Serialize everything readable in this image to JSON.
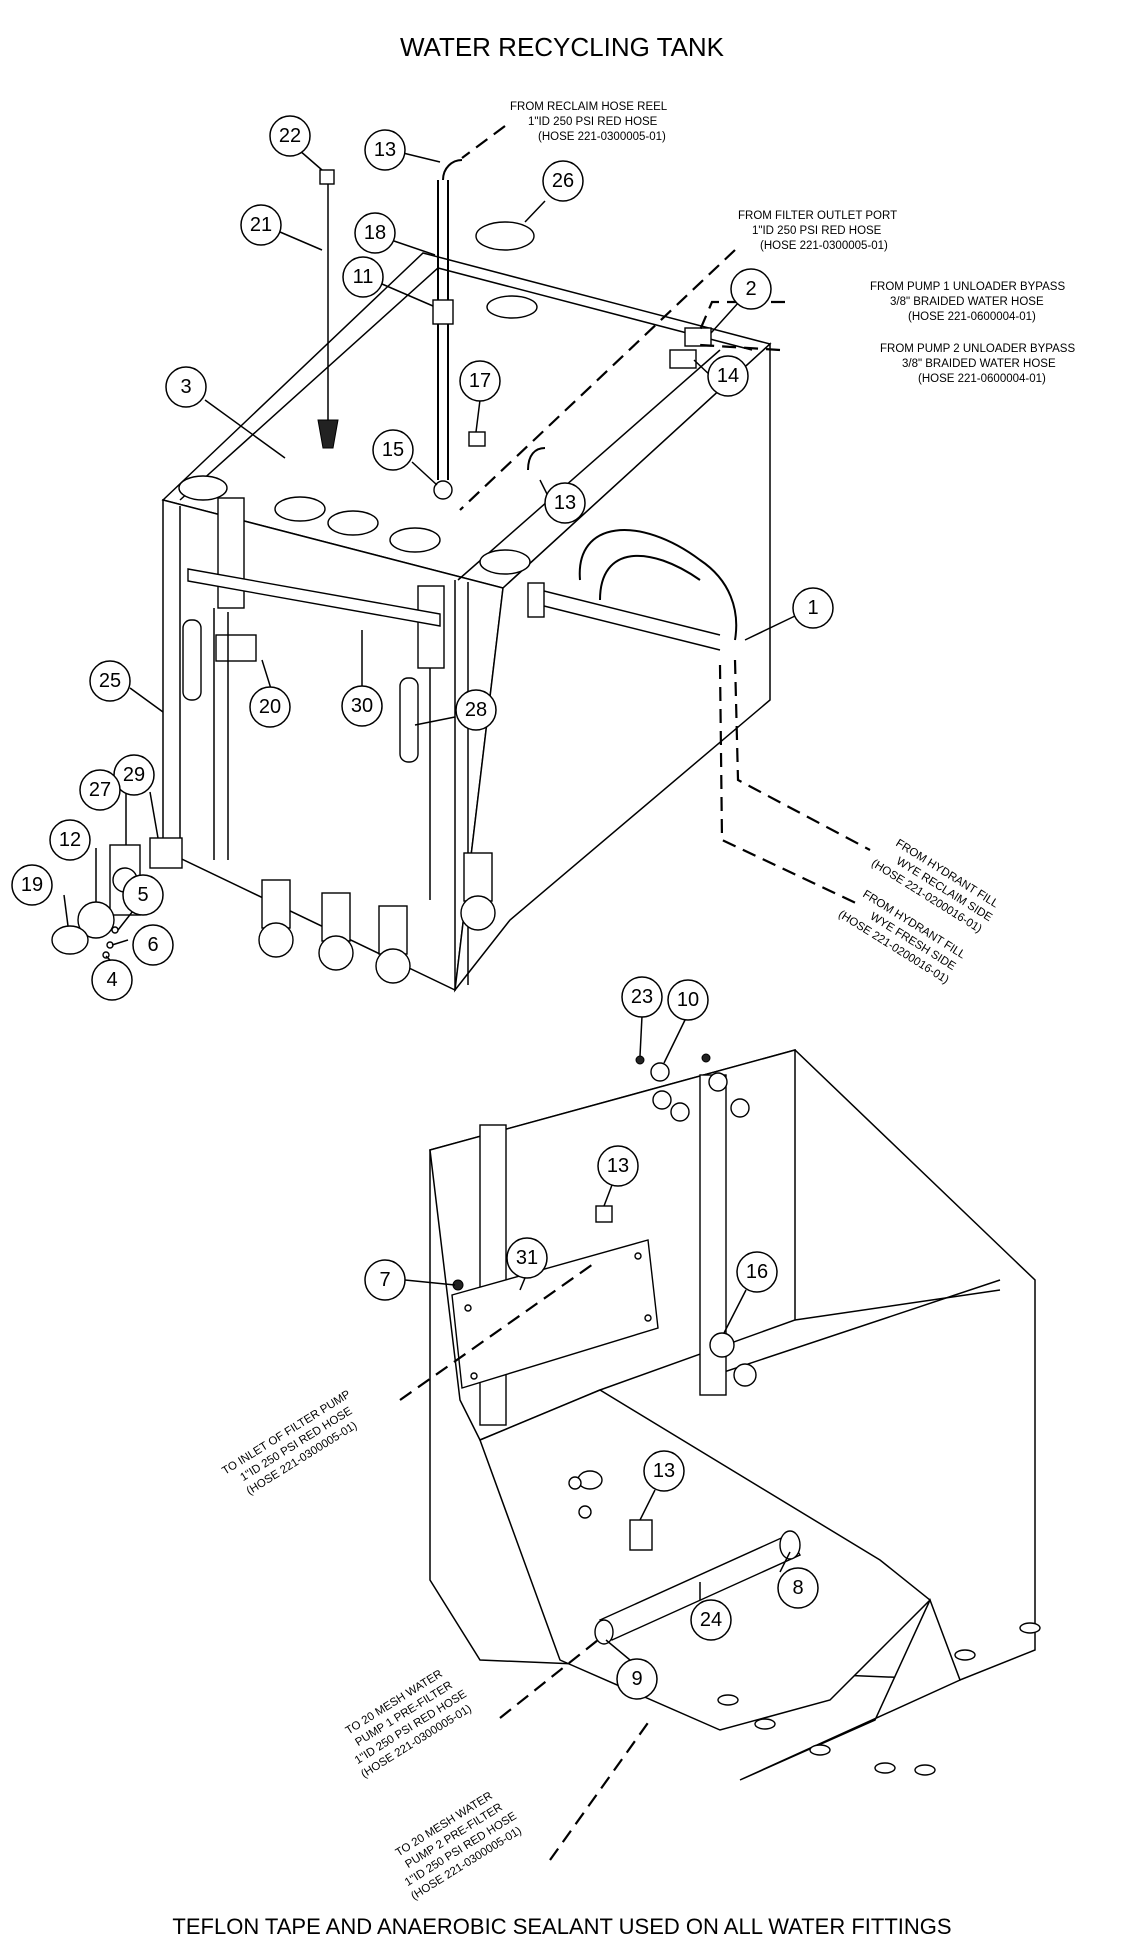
{
  "title": "WATER RECYCLING TANK",
  "footer": "TEFLON TAPE AND ANAEROBIC SEALANT USED ON ALL WATER FITTINGS",
  "notes": {
    "reclaim_reel": [
      "FROM RECLAIM HOSE REEL",
      "1\"ID 250 PSI RED HOSE",
      "(HOSE 221-0300005-01)"
    ],
    "filter_outlet": [
      "FROM FILTER OUTLET PORT",
      "1\"ID 250 PSI RED HOSE",
      "(HOSE 221-0300005-01)"
    ],
    "pump1_bypass": [
      "FROM PUMP 1 UNLOADER BYPASS",
      "3/8\" BRAIDED WATER HOSE",
      "(HOSE 221-0600004-01)"
    ],
    "pump2_bypass": [
      "FROM PUMP 2 UNLOADER BYPASS",
      "3/8\" BRAIDED WATER HOSE",
      "(HOSE 221-0600004-01)"
    ],
    "hydrant_reclaim": [
      "FROM HYDRANT FILL",
      "WYE RECLAIM SIDE",
      "(HOSE 221-0200016-01)"
    ],
    "hydrant_fresh": [
      "FROM HYDRANT FILL",
      "WYE FRESH SIDE",
      "(HOSE 221-0200016-01)"
    ],
    "filter_pump_inlet": [
      "TO INLET OF FILTER PUMP",
      "1\"ID 250 PSI RED HOSE",
      "(HOSE 221-0300005-01)"
    ],
    "pump1_prefilter": [
      "TO 20 MESH WATER",
      "PUMP 1 PRE-FILTER",
      "1\"ID 250 PSI RED HOSE",
      "(HOSE 221-0300005-01)"
    ],
    "pump2_prefilter": [
      "TO 20 MESH WATER",
      "PUMP 2 PRE-FILTER",
      "1\"ID 250 PSI RED HOSE",
      "(HOSE 221-0300005-01)"
    ]
  },
  "callouts": {
    "c22": "22",
    "c13a": "13",
    "c26": "26",
    "c21": "21",
    "c18": "18",
    "c11": "11",
    "c2": "2",
    "c14": "14",
    "c3": "3",
    "c17": "17",
    "c15": "15",
    "c13b": "13",
    "c1": "1",
    "c25": "25",
    "c20": "20",
    "c30": "30",
    "c28": "28",
    "c29": "29",
    "c27": "27",
    "c12": "12",
    "c19": "19",
    "c5": "5",
    "c6": "6",
    "c4": "4",
    "c23": "23",
    "c10": "10",
    "c13c": "13",
    "c7": "7",
    "c31": "31",
    "c16": "16",
    "c13d": "13",
    "c8": "8",
    "c24": "24",
    "c9": "9"
  }
}
